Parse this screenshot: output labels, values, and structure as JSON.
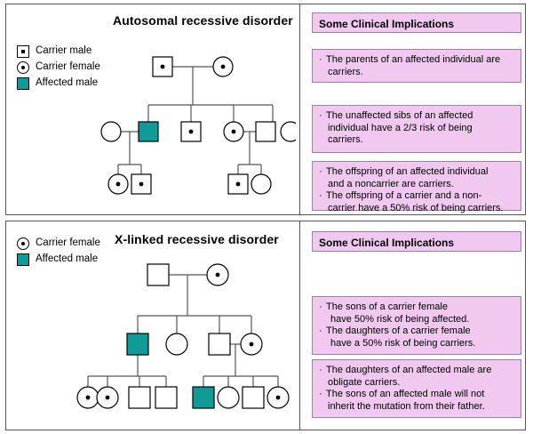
{
  "colors": {
    "affected_fill": "#0f9b96",
    "implication_fill": "#f0c8f0",
    "implication_border": "#9b7fa8",
    "panel_border": "#555555",
    "symbol_stroke": "#000000",
    "line_stroke": "#555555"
  },
  "panels": [
    {
      "id": "autosomal",
      "title": "Autosomal recessive disorder",
      "legend": [
        {
          "symbol": "carrier-male-square",
          "label": "Carrier male"
        },
        {
          "symbol": "carrier-female-circle",
          "label": "Carrier female"
        },
        {
          "symbol": "affected-male-square",
          "label": "Affected male"
        }
      ],
      "implications": {
        "heading": "Some Clinical Implications",
        "groups": [
          {
            "items": [
              [
                "The parents of an affected individual are",
                "carriers."
              ]
            ]
          },
          {
            "items": [
              [
                "The unaffected sibs of an affected",
                "individual have a 2/3 risk of being",
                "carriers."
              ]
            ]
          },
          {
            "items": [
              [
                "The offspring of an affected individual",
                "and a noncarrier are carriers."
              ],
              [
                "The offspring of a carrier and a non-",
                "carrier have a 50% risk of being carriers."
              ]
            ]
          }
        ]
      },
      "pedigree": {
        "generations": [
          {
            "individuals": [
              {
                "sex": "male",
                "status": "carrier"
              },
              {
                "sex": "female",
                "status": "carrier"
              }
            ]
          },
          {
            "individuals": [
              {
                "sex": "female",
                "status": "unaffected"
              },
              {
                "sex": "male",
                "status": "affected"
              },
              {
                "sex": "male",
                "status": "carrier"
              },
              {
                "sex": "female",
                "status": "carrier"
              },
              {
                "sex": "male",
                "status": "unaffected"
              },
              {
                "sex": "female",
                "status": "unaffected"
              }
            ]
          },
          {
            "individuals": [
              {
                "sex": "female",
                "status": "carrier"
              },
              {
                "sex": "male",
                "status": "carrier"
              },
              {
                "sex": "male",
                "status": "carrier"
              },
              {
                "sex": "female",
                "status": "unaffected"
              }
            ]
          }
        ]
      }
    },
    {
      "id": "xlinked",
      "title": "X-linked recessive disorder",
      "legend": [
        {
          "symbol": "carrier-female-circle",
          "label": "Carrier female"
        },
        {
          "symbol": "affected-male-square",
          "label": "Affected male"
        }
      ],
      "implications": {
        "heading": "Some Clinical Implications",
        "groups": [
          {
            "items": [
              [
                "The sons of a carrier female",
                "have 50% risk of being affected."
              ],
              [
                "The daughters of a carrier female",
                "have a 50% risk of being carriers."
              ]
            ]
          },
          {
            "items": [
              [
                "The daughters of an affected male are",
                "obligate carriers."
              ],
              [
                "The sons of an affected male will not",
                "inherit the mutation from their father."
              ]
            ]
          }
        ]
      },
      "pedigree": {
        "generations": [
          {
            "individuals": [
              {
                "sex": "male",
                "status": "unaffected"
              },
              {
                "sex": "female",
                "status": "carrier"
              }
            ]
          },
          {
            "individuals": [
              {
                "sex": "male",
                "status": "affected"
              },
              {
                "sex": "female",
                "status": "unaffected"
              },
              {
                "sex": "male",
                "status": "unaffected"
              },
              {
                "sex": "female",
                "status": "carrier"
              }
            ]
          },
          {
            "individuals": [
              {
                "sex": "female",
                "status": "carrier"
              },
              {
                "sex": "female",
                "status": "carrier"
              },
              {
                "sex": "male",
                "status": "unaffected"
              },
              {
                "sex": "male",
                "status": "unaffected"
              },
              {
                "sex": "male",
                "status": "affected"
              },
              {
                "sex": "female",
                "status": "unaffected"
              },
              {
                "sex": "male",
                "status": "unaffected"
              },
              {
                "sex": "female",
                "status": "carrier"
              }
            ]
          }
        ]
      }
    }
  ]
}
